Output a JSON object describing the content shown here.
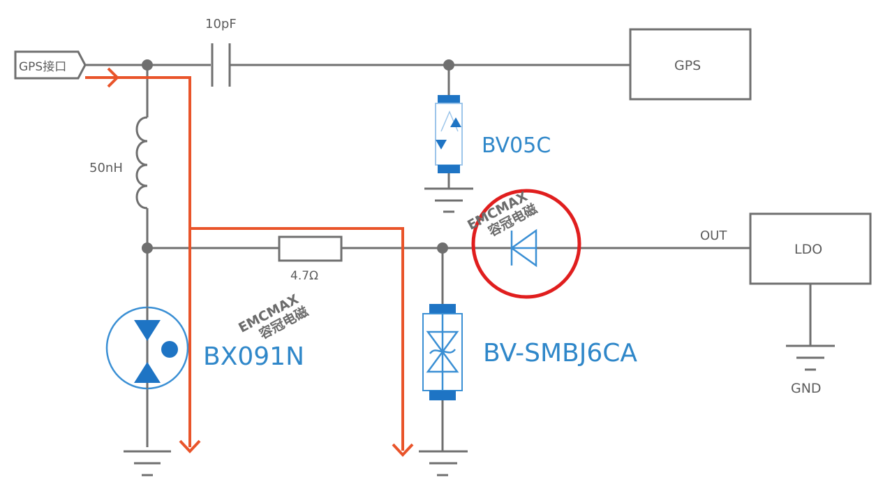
{
  "diagram": {
    "connector_label": "GPS接口",
    "capacitor_label": "10pF",
    "inductor_label": "50nH",
    "resistor_label": "4.7Ω",
    "gps_block_label": "GPS",
    "ldo_block_label": "LDO",
    "out_label": "OUT",
    "gnd_label": "GND",
    "parts": {
      "esd_top": "BV05C",
      "gdt": "BX091N",
      "tvs": "BV-SMBJ6CA"
    },
    "watermark": {
      "line1": "EMCMAX",
      "line2": "容冠电磁"
    },
    "colors": {
      "wire": "#6f6f6f",
      "current_path": "#e9542a",
      "component": "#2f87c9",
      "highlight_circle": "#e01e1e"
    }
  }
}
